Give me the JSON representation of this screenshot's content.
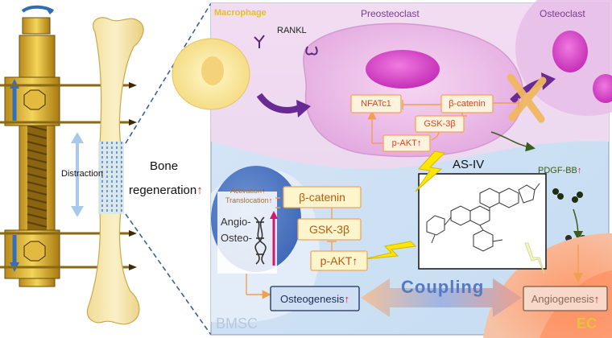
{
  "left_panel": {
    "distraction": "Distraction",
    "bone_line1": "Bone",
    "bone_line2": "regeneration",
    "up_arrow": "↑"
  },
  "top_panel": {
    "macrophage": "Macrophage",
    "preosteoclast": "Preosteoclast",
    "osteoclast": "Osteoclast",
    "rankl": "RANKL",
    "nfatc1": "NFATc1",
    "beta_catenin": "β-catenin",
    "gsk3b": "GSK-3β",
    "pakt": "p-AKT",
    "up_arrow": "↑"
  },
  "center": {
    "as_iv": "AS-IV",
    "pdgf": "PDGF-BB",
    "coupling": "Coupling"
  },
  "bmsc_panel": {
    "activation": "Activation",
    "translocation": "Translocation",
    "beta_catenin": "β-catenin",
    "gsk3b": "GSK-3β",
    "pakt": "p-AKT",
    "angio": "Angio-",
    "osteo": "Osteo-",
    "osteogenesis": "Osteogenesis",
    "bmsc": "BMSC",
    "up_arrow": "↑"
  },
  "ec_panel": {
    "angiogenesis": "Angiogenesis",
    "ec": "EC",
    "up_arrow": "↑"
  },
  "colors": {
    "accent_red": "#d81f26",
    "node_border": "#f2a45a",
    "gold": "#e8c13a",
    "purple": "#6a2a93"
  }
}
